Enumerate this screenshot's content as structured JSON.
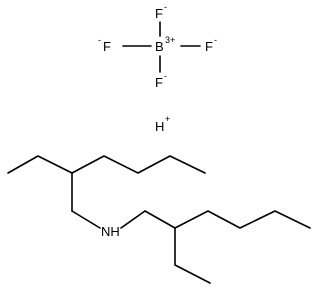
{
  "molecule": {
    "boron": {
      "symbol": "B",
      "charge": "3+"
    },
    "fluorines": [
      {
        "symbol": "F",
        "charge": "-"
      },
      {
        "symbol": "F",
        "charge": "-"
      },
      {
        "symbol": "F",
        "charge": "-"
      },
      {
        "symbol": "F",
        "charge": "-"
      }
    ],
    "proton": {
      "symbol": "H",
      "charge": "+"
    },
    "amine": {
      "nitrogen_label": "NH"
    }
  }
}
